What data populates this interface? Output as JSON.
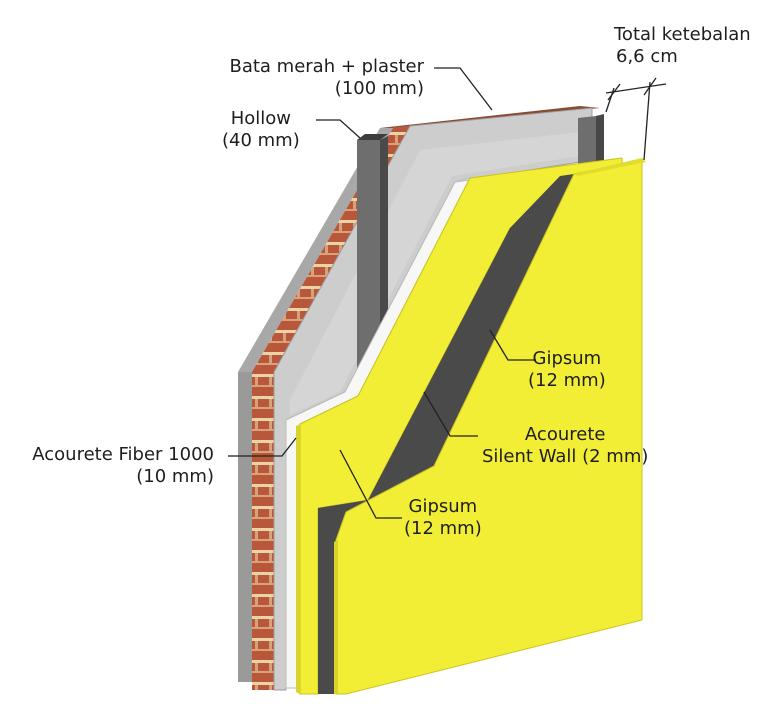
{
  "labels": {
    "total": {
      "line1": "Total ketebalan",
      "line2": "6,6 cm"
    },
    "bata": {
      "line1": "Bata merah + plaster",
      "line2": "(100 mm)"
    },
    "hollow": {
      "line1": "Hollow",
      "line2": "(40 mm)"
    },
    "gipsum_outer": {
      "line1": "Gipsum",
      "line2": "(12 mm)"
    },
    "silent_wall": {
      "line1": "Acourete",
      "line2": "Silent Wall (2 mm)"
    },
    "fiber": {
      "line1": "Acourete Fiber 1000",
      "line2": "(10 mm)"
    },
    "gipsum_inner": {
      "line1": "Gipsum",
      "line2": "(12 mm)"
    }
  },
  "colors": {
    "gypsum": "#f2ee36",
    "gypsum_edge": "#d9d42a",
    "membrane": "#4a4a4a",
    "fiber": "#f7f7f5",
    "plaster": "#cfcfcf",
    "brick": "#b8573a",
    "mortar": "#e9d3a7",
    "hollow": "#6b6b6b"
  }
}
